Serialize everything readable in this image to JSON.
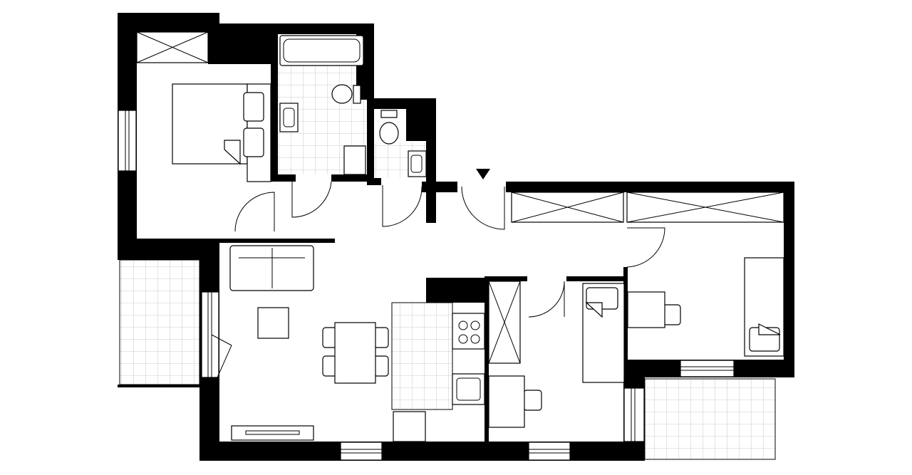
{
  "diagram": {
    "type": "floor-plan",
    "colors": {
      "wall": "#000000",
      "background": "#ffffff",
      "tile_grid": "#bbbbbb"
    },
    "rooms": [
      "bedroom",
      "bathroom",
      "wc",
      "hall",
      "living-room",
      "kitchen",
      "bedroom-2",
      "bedroom-3",
      "balcony-left",
      "balcony-right"
    ],
    "symbols": [
      "entrance-arrow-icon",
      "door-swing-icon",
      "window-icon",
      "wardrobe-icon",
      "bathtub-icon",
      "toilet-icon",
      "sink-icon",
      "stove-icon",
      "bed-icon",
      "sofa-icon",
      "table-icon",
      "chair-icon",
      "desk-icon",
      "tv-stand-icon"
    ]
  }
}
